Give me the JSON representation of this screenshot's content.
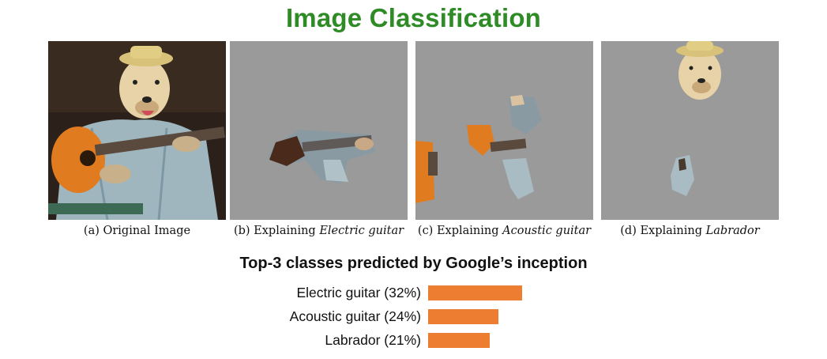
{
  "title": "Image Classification",
  "panels": [
    {
      "caption_prefix": "(a) Original Image",
      "caption_class": ""
    },
    {
      "caption_prefix": "(b) Explaining",
      "caption_class": "Electric guitar"
    },
    {
      "caption_prefix": "(c) Explaining",
      "caption_class": "Acoustic guitar"
    },
    {
      "caption_prefix": "(d) Explaining",
      "caption_class": "Labrador"
    }
  ],
  "predictions": {
    "title": "Top-3 classes predicted by Google’s inception",
    "items": [
      {
        "label": "Electric guitar (32%)",
        "value": 32
      },
      {
        "label": "Acoustic guitar (24%)",
        "value": 24
      },
      {
        "label": "Labrador (21%)",
        "value": 21
      }
    ]
  },
  "colors": {
    "title": "#2e8b26",
    "bar": "#ed7d31",
    "mask_gray": "#9a9a9a"
  }
}
